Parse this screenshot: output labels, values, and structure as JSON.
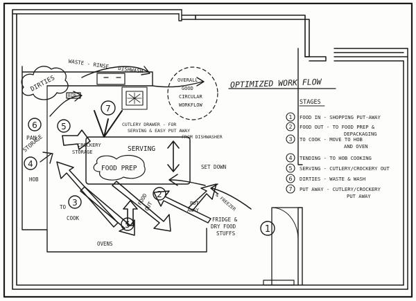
{
  "title": "OPTIMIZED WORK FLOW",
  "stages_heading": "STAGES",
  "stages": [
    {
      "num": "1",
      "text": "FOOD IN - SHOPPING PUT-AWAY",
      "cont": ""
    },
    {
      "num": "2",
      "text": "FOOD OUT - TO FOOD PREP &",
      "cont": "DEPACKAGING"
    },
    {
      "num": "3",
      "text": "TO COOK - MOVE TO HOB",
      "cont": "AND OVEN"
    },
    {
      "num": "4",
      "text": "TENDING - TO HOB COOKING",
      "cont": ""
    },
    {
      "num": "5",
      "text": "SERVING - CUTLERY/CROCKERY OUT",
      "cont": ""
    },
    {
      "num": "6",
      "text": "DIRTIES - WASTE & WASH",
      "cont": ""
    },
    {
      "num": "7",
      "text": "PUT AWAY - CUTLERY/CROCKERY",
      "cont": "PUT AWAY"
    }
  ],
  "plan": {
    "dirties": "DIRTIES",
    "waste_rinse_dishwash": "WASTE - RINSE - DISHWASH",
    "bin": "BIN",
    "overall_note": [
      "OVERALL",
      "GOOD",
      "CIRCULAR",
      "WORKFLOW"
    ],
    "pan_storage": [
      "PAN",
      "STORAGE"
    ],
    "crockery_storage": [
      "CROCKERY",
      "STORAGE"
    ],
    "cutlery_drawer": [
      "CUTLERY DRAWER - FOR",
      "SERVING & EASY PUT AWAY",
      "FROM DISHWASHER"
    ],
    "serving": "SERVING",
    "food_prep": "FOOD PREP",
    "set_down": "SET DOWN",
    "hob": "HOB",
    "to_cook": [
      "TO",
      "COOK"
    ],
    "food_out": [
      "FOOD",
      "OUT"
    ],
    "freezer": "& FREEZER",
    "put_away": [
      "PUT",
      "AWAY"
    ],
    "fridge": [
      "FRIDGE &",
      "DRY FOOD",
      "STUFFS"
    ],
    "ovens": "OVENS"
  },
  "markers": [
    {
      "id": "1",
      "label": "1"
    },
    {
      "id": "2",
      "label": "2"
    },
    {
      "id": "3",
      "label": "3"
    },
    {
      "id": "4",
      "label": "4"
    },
    {
      "id": "5a",
      "label": "5"
    },
    {
      "id": "5b",
      "label": "5"
    },
    {
      "id": "6",
      "label": "6"
    },
    {
      "id": "7",
      "label": "7"
    }
  ]
}
